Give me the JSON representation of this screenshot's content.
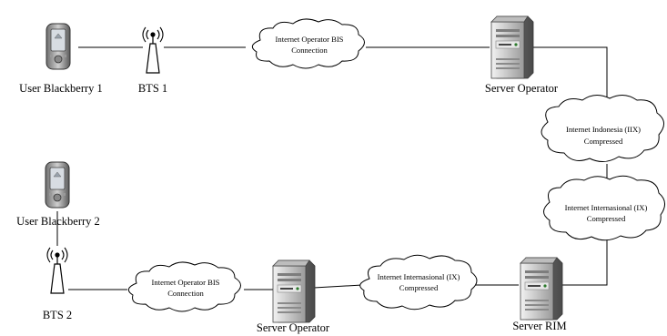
{
  "nodes": {
    "user_bb1": {
      "label": "User Blackberry 1"
    },
    "bts1": {
      "label": "BTS 1"
    },
    "server_operator_top": {
      "label": "Server Operator"
    },
    "user_bb2": {
      "label": "User Blackberry 2"
    },
    "bts2": {
      "label": "BTS 2"
    },
    "server_operator_bottom": {
      "label": "Server Operator"
    },
    "server_rim": {
      "label": "Server RIM"
    }
  },
  "clouds": {
    "bis_top": {
      "line1": "Internet Operator BIS",
      "line2": "Connection"
    },
    "iix": {
      "line1": "Internet Indonesia (IIX)",
      "line2": "Compressed"
    },
    "ix_right": {
      "line1": "Internet Internasional (IX)",
      "line2": "Compressed"
    },
    "bis_bottom": {
      "line1": "Internet Operator BIS",
      "line2": "Connection"
    },
    "ix_bottom": {
      "line1": "Internet Internasional (IX)",
      "line2": "Compressed"
    }
  },
  "colors": {
    "device_body": "#555555",
    "device_screen": "#c8cdd3",
    "server_body": "#8a8a8a",
    "server_front": "#d0d0d0",
    "line": "#000000"
  }
}
